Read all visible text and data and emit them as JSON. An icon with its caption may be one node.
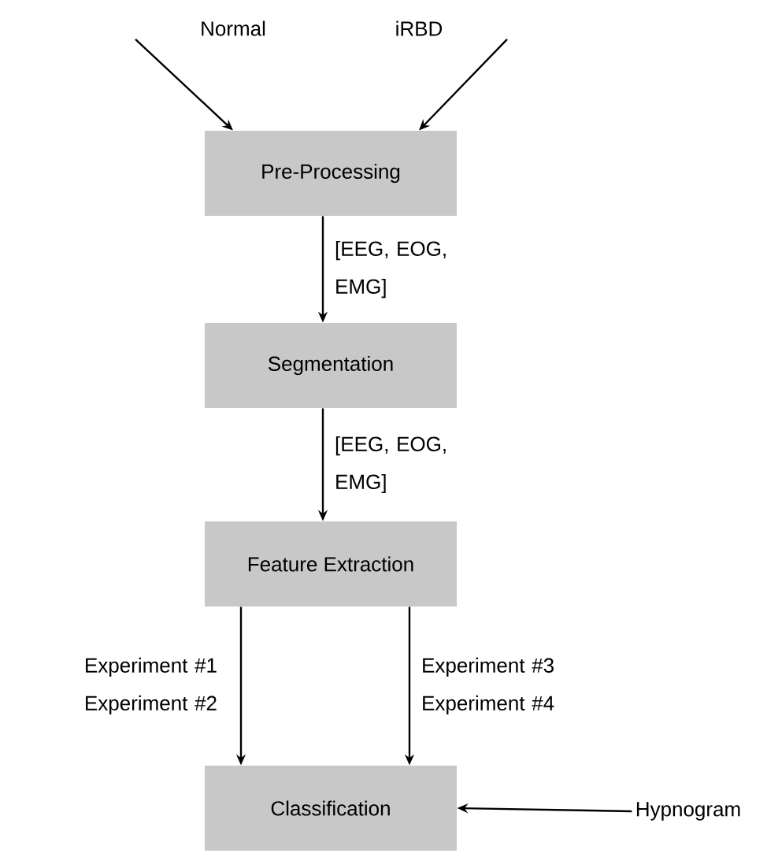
{
  "diagram": {
    "nodes": [
      {
        "text": [
          "Normal"
        ]
      },
      {
        "text": [
          "iRBD"
        ]
      },
      {
        "text": [
          "Pre-Processing"
        ]
      },
      {
        "text": [
          "Segmentation"
        ]
      },
      {
        "text": [
          "Feature Extraction"
        ]
      },
      {
        "text": [
          "Classification"
        ]
      },
      {
        "text": [
          "Hypnogram"
        ]
      }
    ],
    "edges": [
      {
        "from": 0,
        "to": 2,
        "arrow": "to"
      },
      {
        "from": 1,
        "to": 2,
        "arrow": "to"
      },
      {
        "from": 2,
        "to": 3,
        "arrow": "to",
        "label": "[EEG, EOG, EMG]"
      },
      {
        "from": 3,
        "to": 4,
        "arrow": "to",
        "label": "[EEG, EOG, EMG]"
      },
      {
        "from": 4,
        "to": 5,
        "arrow": "to",
        "label": "Experiment #1 Experiment #2"
      },
      {
        "from": 4,
        "to": 5,
        "arrow": "to",
        "label": "Experiment #3 Experiment #4"
      },
      {
        "from": 6,
        "to": 5,
        "arrow": "to"
      }
    ]
  }
}
